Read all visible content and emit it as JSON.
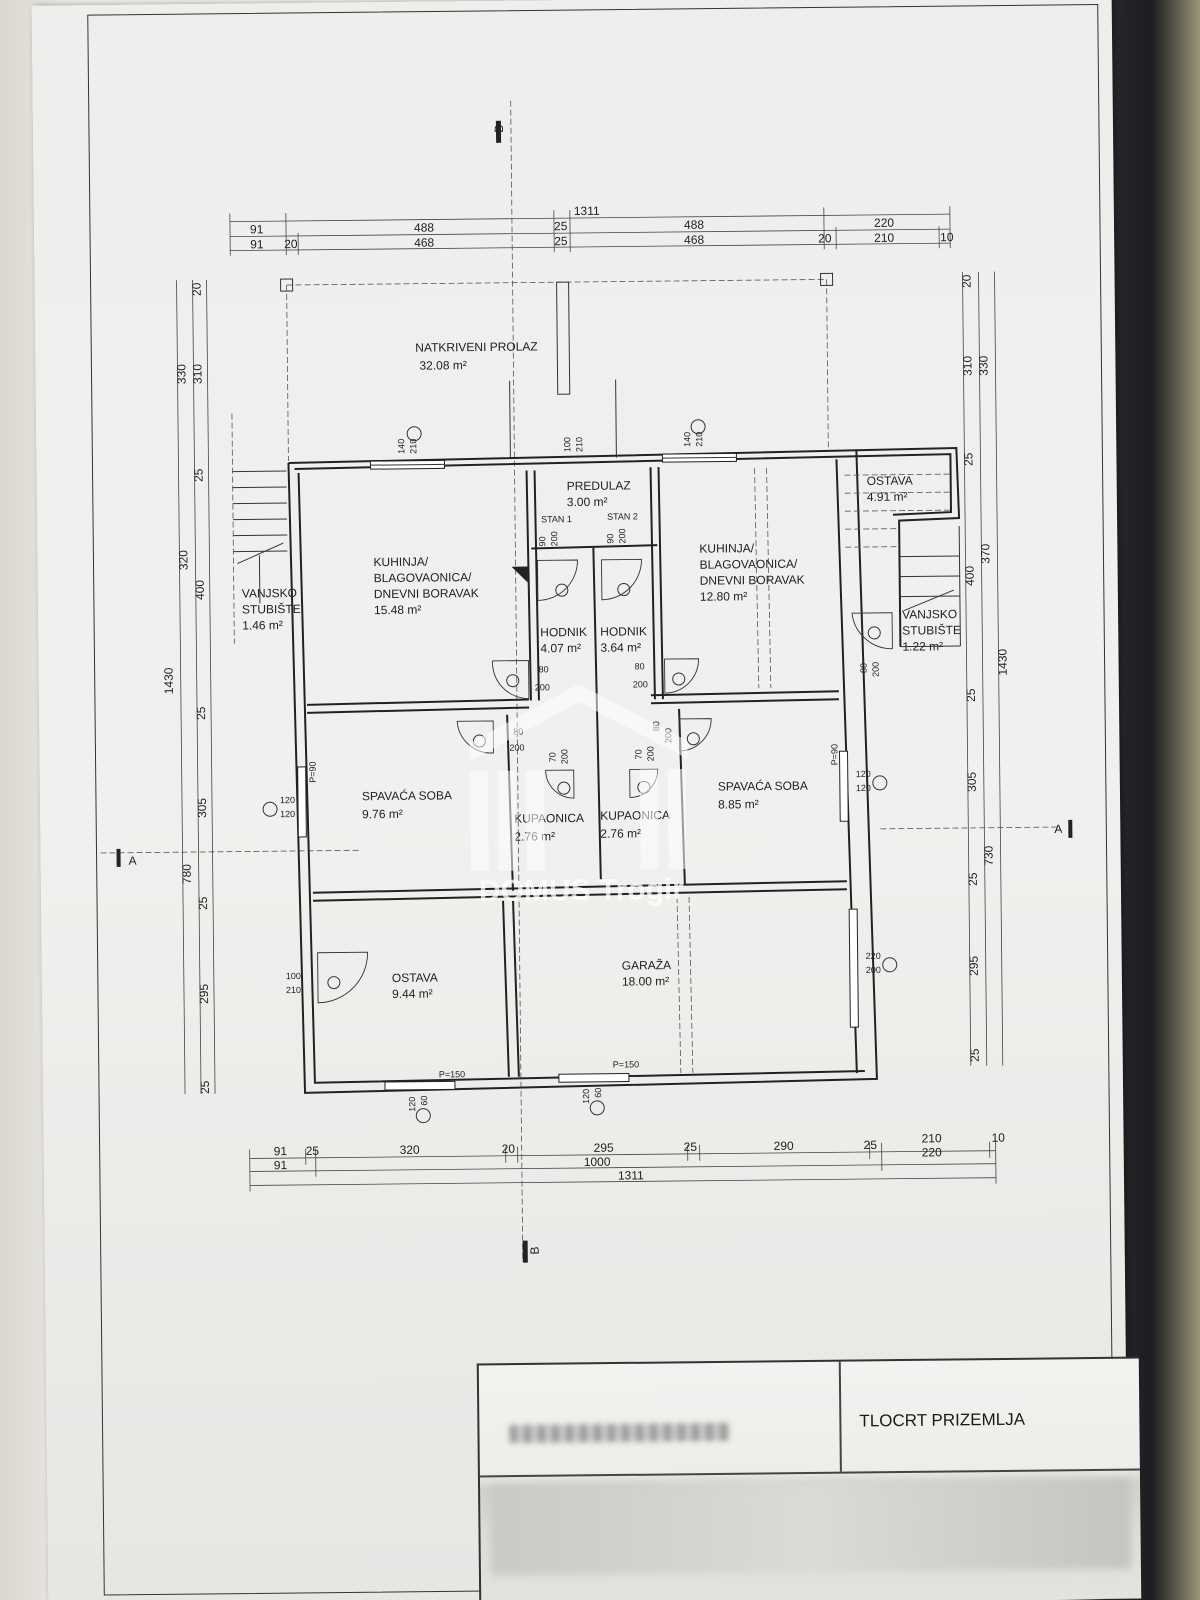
{
  "plan": {
    "title": "TLOCRT PRIZEMLJA",
    "watermark": "DOMUS Trogir",
    "section_markers": {
      "a_left": "A",
      "a_right": "A",
      "b_top": "B",
      "b_bottom": "B"
    }
  },
  "rooms": {
    "natkriveni": {
      "name": "NATKRIVENI PROLAZ",
      "area": "32.08 m²"
    },
    "predulaz": {
      "name": "PREDULAZ",
      "area": "3.00 m²"
    },
    "stan1": "STAN 1",
    "stan2": "STAN 2",
    "kuhinja_left": {
      "l1": "KUHINJA/",
      "l2": "BLAGOVAONICA/",
      "l3": "DNEVNI BORAVAK",
      "area": "15.48 m²"
    },
    "kuhinja_right": {
      "l1": "KUHINJA/",
      "l2": "BLAGOVAONICA/",
      "l3": "DNEVNI BORAVAK",
      "area": "12.80 m²"
    },
    "ostava_top": {
      "name": "OSTAVA",
      "area": "4.91 m²"
    },
    "vanjsko_left": {
      "l1": "VANJSKO",
      "l2": "STUBIŠTE",
      "area": "1.46 m²"
    },
    "vanjsko_right": {
      "l1": "VANJSKO",
      "l2": "STUBIŠTE",
      "area": "1.22 m²"
    },
    "hodnik_left": {
      "name": "HODNIK",
      "area": "4.07 m²"
    },
    "hodnik_right": {
      "name": "HODNIK",
      "area": "3.64 m²"
    },
    "spavaca_left": {
      "name": "SPAVAĆA SOBA",
      "area": "9.76 m²"
    },
    "spavaca_right": {
      "name": "SPAVAĆA SOBA",
      "area": "8.85 m²"
    },
    "kupaonica_left": {
      "name": "KUPAONICA",
      "area": "2.76 m²"
    },
    "kupaonica_right": {
      "name": "KUPAONICA",
      "area": "2.76 m²"
    },
    "ostava_bottom": {
      "name": "OSTAVA",
      "area": "9.44 m²"
    },
    "garaza": {
      "name": "GARAŽA",
      "area": "18.00 m²"
    }
  },
  "dims": {
    "top_total": "1311",
    "top_row1": [
      "91",
      "488",
      "25",
      "488",
      "220"
    ],
    "top_row2": [
      "91",
      "20",
      "468",
      "25",
      "468",
      "20",
      "210",
      "10"
    ],
    "bottom_row1": [
      "91",
      "25",
      "320",
      "20",
      "295",
      "25",
      "290",
      "25",
      "210",
      "10"
    ],
    "bottom_row2": [
      "91",
      "1000",
      "220"
    ],
    "bottom_total": "1311",
    "left_total": "1430",
    "left_mid": [
      "330",
      "320",
      "780"
    ],
    "left_inner": [
      "20",
      "310",
      "25",
      "400",
      "25",
      "305",
      "25",
      "295",
      "25"
    ],
    "right_total": "1430",
    "right_mid": [
      "330",
      "370",
      "730"
    ],
    "right_inner": [
      "20",
      "310",
      "25",
      "400",
      "25",
      "305",
      "25",
      "295",
      "25"
    ]
  },
  "openings": {
    "w_top_left": [
      "140",
      "210"
    ],
    "w_top_mid": [
      "100",
      "210"
    ],
    "w_top_right": [
      "140",
      "210"
    ],
    "d_stan1": [
      "90",
      "200"
    ],
    "d_stan2": [
      "90",
      "200"
    ],
    "d_hod_l": [
      "80",
      "200"
    ],
    "d_hod_r": [
      "80",
      "200"
    ],
    "d_sp_l": [
      "80",
      "200"
    ],
    "d_sp_r": [
      "80",
      "200"
    ],
    "d_kup_l": [
      "70",
      "200"
    ],
    "d_kup_r": [
      "70",
      "200"
    ],
    "d_vanj_r": [
      "80",
      "200"
    ],
    "w_sp_l": [
      "120",
      "120"
    ],
    "w_sp_r": [
      "120",
      "120"
    ],
    "p90_l": "P=90",
    "p90_r": "P=90",
    "d_ostava": [
      "100",
      "210"
    ],
    "w_gar_r": [
      "220",
      "200"
    ],
    "p150_a": "P=150",
    "p150_b": "P=150",
    "w_bot_l": [
      "120",
      "60"
    ],
    "w_bot_m": [
      "120",
      "60"
    ]
  }
}
